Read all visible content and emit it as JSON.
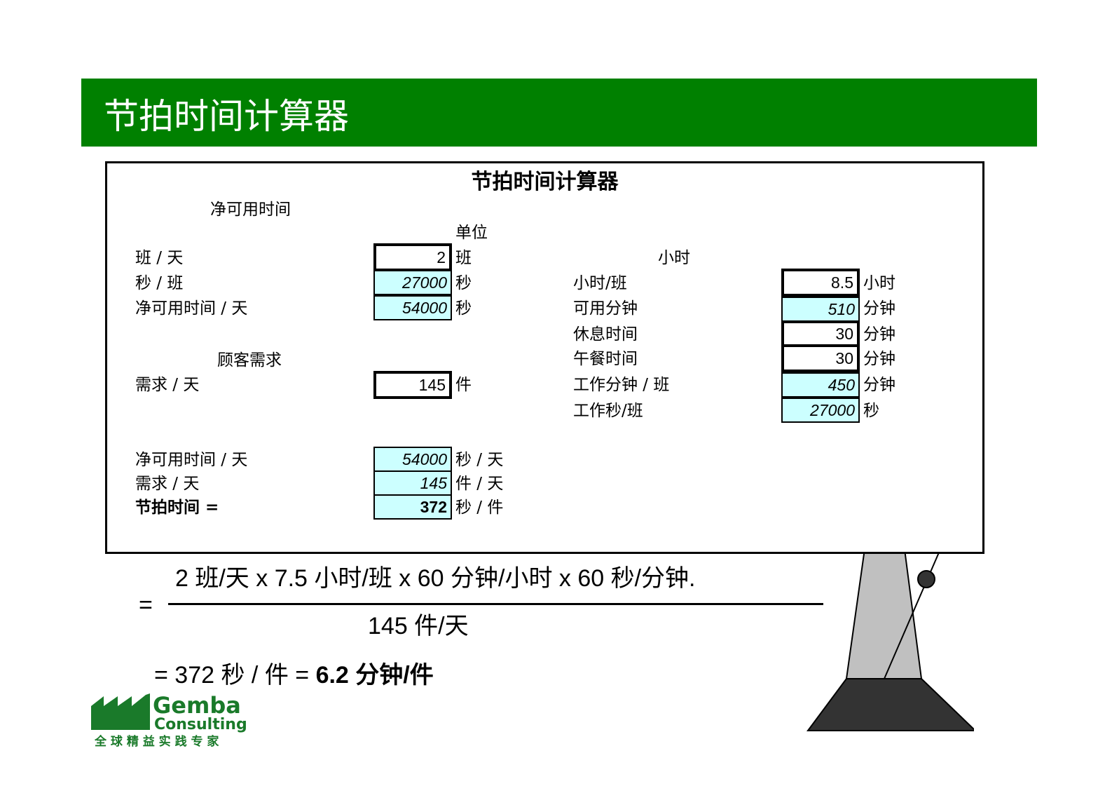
{
  "slide_title": "节拍时间计算器",
  "calc": {
    "title": "节拍时间计算器",
    "section_net_time": "净可用时间",
    "unit_header": "单位",
    "rows_left": [
      {
        "label": "班 / 天",
        "value": "2",
        "unit": "班"
      },
      {
        "label": "秒 / 班",
        "value": "27000",
        "unit": "秒"
      },
      {
        "label": "净可用时间 / 天",
        "value": "54000",
        "unit": "秒"
      }
    ],
    "section_demand": "顾客需求",
    "demand_row": {
      "label": "需求 / 天",
      "value": "145",
      "unit": "件"
    },
    "hours_header": "小时",
    "rows_right": [
      {
        "label": "小时/班",
        "value": "8.5",
        "unit": "小时"
      },
      {
        "label": "可用分钟",
        "value": "510",
        "unit": "分钟"
      },
      {
        "label": "休息时间",
        "value": "30",
        "unit": "分钟"
      },
      {
        "label": "午餐时间",
        "value": "30",
        "unit": "分钟"
      },
      {
        "label": "工作分钟 / 班",
        "value": "450",
        "unit": "分钟"
      },
      {
        "label": "工作秒/班",
        "value": "27000",
        "unit": "秒"
      }
    ],
    "rows_bottom": [
      {
        "label": "净可用时间 / 天",
        "value": "54000",
        "unit": "秒 / 天"
      },
      {
        "label": "需求 / 天",
        "value": "145",
        "unit": "件 / 天"
      },
      {
        "label": "节拍时间 =",
        "value": "372",
        "unit": "秒 / 件"
      }
    ]
  },
  "formula": {
    "equals": "=",
    "numerator": "2 班/天 x 7.5 小时/班 x 60 分钟/小时 x 60 秒/分钟.",
    "denominator": "145 件/天",
    "result_prefix": "= 372 秒 / 件 = ",
    "result_bold": "6.2 分钟/件"
  },
  "logo": {
    "name": "Gemba",
    "sub": "Consulting",
    "tagline": "全 球 精 益 实 践 专 家"
  },
  "colors": {
    "banner": "#008000",
    "calc_cell": "#ccffff",
    "logo_green": "#1a7a2a",
    "metronome_body": "#c0c0c0",
    "metronome_base": "#333333"
  }
}
